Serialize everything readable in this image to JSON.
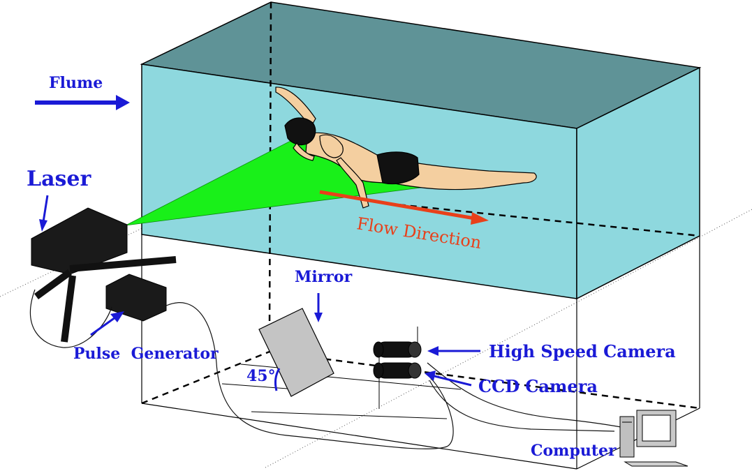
{
  "labels": {
    "flume": "Flume",
    "laser": "Laser",
    "pulse_generator": "Pulse  Generator",
    "flow_direction": "Flow Direction",
    "mirror": "Mirror",
    "angle": "45°",
    "high_speed_camera": "High Speed Camera",
    "ccd_camera": "CCD Camera",
    "computer": "Computer"
  },
  "colors": {
    "water_front": "#8ed8de",
    "water_top": "#5f9397",
    "laser_sheet": "#19f019",
    "label_blue": "#1a1ad6",
    "flow_arrow": "#e8401a",
    "equipment": "#1a1a1a",
    "mirror": "#c4c4c4"
  },
  "icons": [
    "arrow-right-icon",
    "computer-icon",
    "swimmer-figure",
    "laser-box",
    "pulse-generator-box",
    "camera-icon"
  ]
}
